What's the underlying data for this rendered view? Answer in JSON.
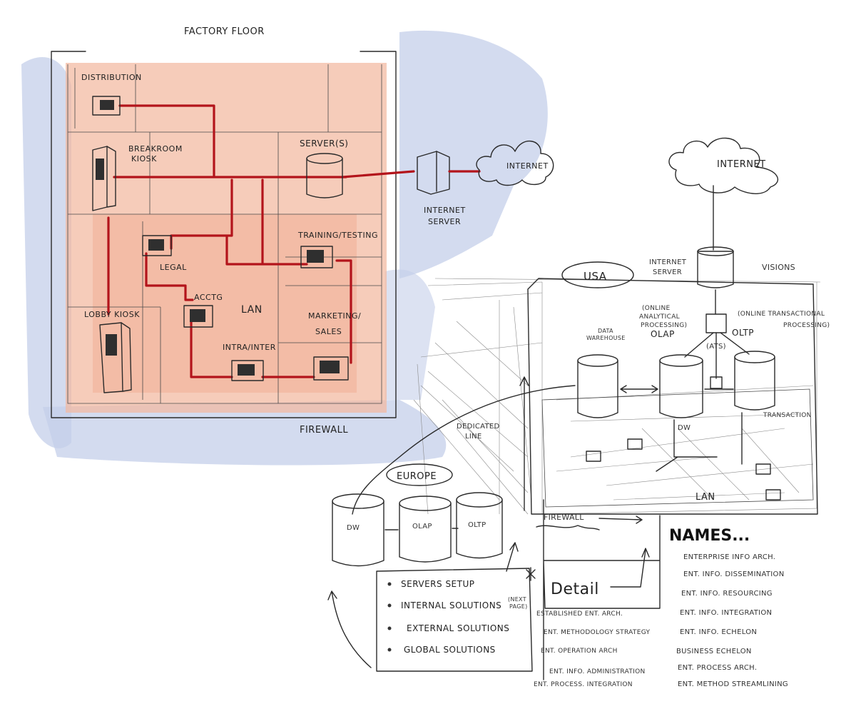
{
  "colors": {
    "floor_fill": "#f3b9a0",
    "outside_wash": "#b9c6e6",
    "lan_line": "#b3141b",
    "ink": "#2a2a2a"
  },
  "floor_plan": {
    "title": "FACTORY FLOOR",
    "firewall": "FIREWALL",
    "rooms": {
      "distribution": "DISTRIBUTION",
      "breakroom": [
        "BREAKROOM",
        "KIOSK"
      ],
      "servers": "SERVER(S)",
      "training": "TRAINING/TESTING",
      "legal": "LEGAL",
      "acctg": "ACCTG",
      "lan": "LAN",
      "marketing": [
        "MARKETING/",
        "SALES"
      ],
      "lobby": "LOBBY KIOSK",
      "intra": "INTRA/INTER"
    },
    "internet_server": [
      "INTERNET",
      "SERVER"
    ],
    "internet": "INTERNET"
  },
  "usa": {
    "region": "USA",
    "internet": "INTERNET",
    "internet_server": [
      "INTERNET",
      "SERVER"
    ],
    "vision": "VISIONS",
    "olap_label": [
      "(ONLINE",
      "ANALYTICAL",
      "PROCESSING)",
      "OLAP"
    ],
    "oltp_label": "OLTP",
    "oltp_desc": [
      "(ONLINE TRANSACTIONAL",
      "PROCESSING)"
    ],
    "data_warehouse": [
      "DATA",
      "WAREHOUSE"
    ],
    "transaction": "TRANSACTION",
    "ats": "(ATS)",
    "dw": "DW",
    "lan": "LAN",
    "firewall": "FIREWALL",
    "dedicated_line": [
      "DEDICATED",
      "LINE"
    ]
  },
  "europe": {
    "region": "EUROPE",
    "servers": [
      "DW",
      "OLAP",
      "OLTP"
    ]
  },
  "bullets": [
    "SERVERS SETUP",
    "INTERNAL SOLUTIONS",
    "EXTERNAL SOLUTIONS",
    "GLOBAL SOLUTIONS"
  ],
  "bullet_note": [
    "(NEXT",
    "PAGE)"
  ],
  "detail": {
    "title": "Detail",
    "items": [
      "ESTABLISHED ENT. ARCH.",
      "ENT. METHODOLOGY STRATEGY",
      "ENT. OPERATION ARCH",
      "ENT. INFO. ADMINISTRATION",
      "ENT. PROCESS. INTEGRATION"
    ]
  },
  "names": {
    "title": "NAMES...",
    "items": [
      "ENTERPRISE INFO ARCH.",
      "ENT. INFO. DISSEMINATION",
      "ENT. INFO. RESOURCING",
      "ENT. INFO. INTEGRATION",
      "ENT. INFO. ECHELON",
      "BUSINESS ECHELON",
      "ENT. PROCESS ARCH.",
      "ENT. METHOD STREAMLINING"
    ]
  }
}
